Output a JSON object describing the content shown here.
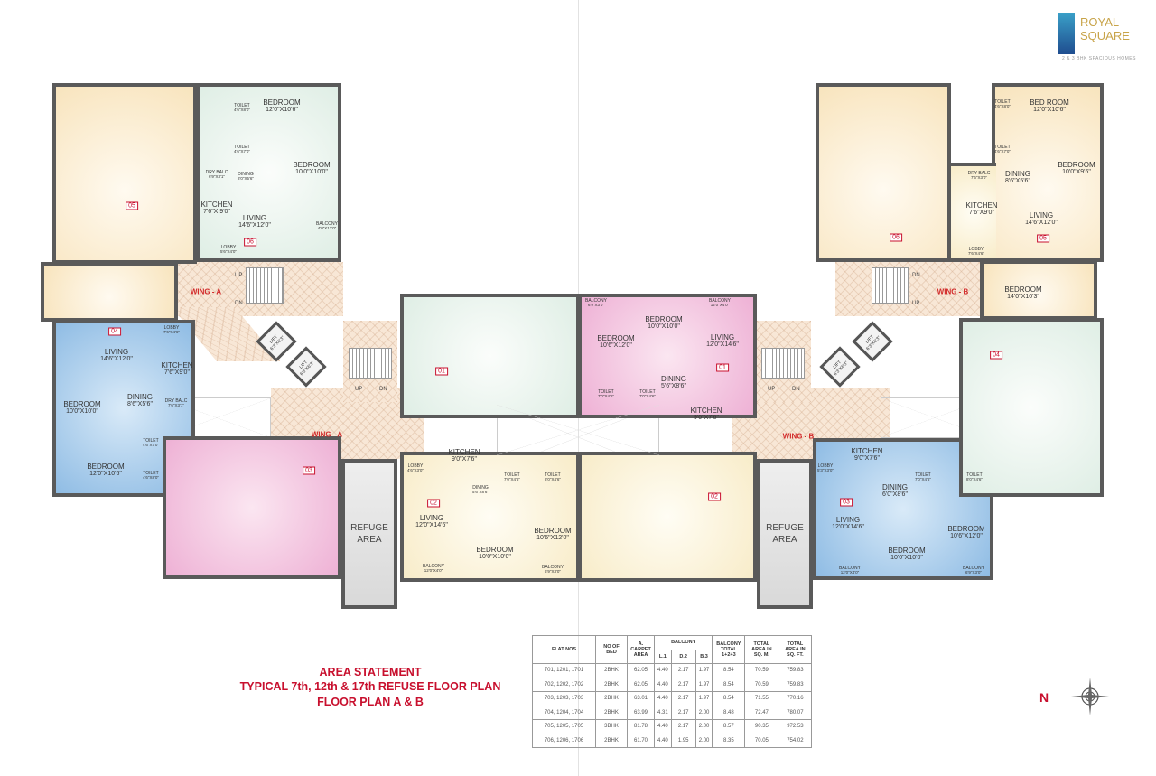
{
  "logo": {
    "name": "ROYAL\nSQUARE",
    "tagline": "2 & 3 BHK SPACIOUS HOMES",
    "colors": {
      "mark": "#1f6fb0",
      "text": "#c8a44a"
    }
  },
  "title": {
    "line1": "AREA STATEMENT",
    "line2": "TYPICAL  7th, 12th & 17th REFUSE FLOOR PLAN",
    "line3": "FLOOR PLAN A & B",
    "color": "#c8102e"
  },
  "compass": {
    "label": "N"
  },
  "flat_numbers": [
    "05",
    "06",
    "04",
    "03",
    "01",
    "01",
    "02",
    "02",
    "06",
    "05",
    "04",
    "03"
  ],
  "wings": [
    "WING - A",
    "WING - A",
    "WING - B",
    "WING - B"
  ],
  "lift": "LIFT\n6'3\"X6'3\"",
  "refuge": "REFUGE\nAREA",
  "stairs": {
    "up": "UP",
    "dn": "DN"
  },
  "rooms": [
    {
      "n": "BEDROOM",
      "s": "12'0\"X10'6\""
    },
    {
      "n": "TOILET",
      "s": "4'6\"X8'0\""
    },
    {
      "n": "TOILET",
      "s": "4'6\"X7'0\""
    },
    {
      "n": "BEDROOM",
      "s": "10'0\"X10'0\""
    },
    {
      "n": "DRY BALC",
      "s": "6'9\"X3'1\""
    },
    {
      "n": "DINING",
      "s": "8'0\"X5'6\""
    },
    {
      "n": "KITCHEN",
      "s": "7'6\"X 9'0\""
    },
    {
      "n": "LIVING",
      "s": "14'6\"X12'0\""
    },
    {
      "n": "BALCONY",
      "s": "4'0\"X12'0\""
    },
    {
      "n": "LOBBY",
      "s": "5'6\"X4'0\""
    },
    {
      "n": "LIVING",
      "s": "14'6\"X12'0\""
    },
    {
      "n": "LOBBY",
      "s": "7'6\"X4'6\""
    },
    {
      "n": "KITCHEN",
      "s": "7'6\"X9'0\""
    },
    {
      "n": "DINING",
      "s": "8'6\"X5'6\""
    },
    {
      "n": "DRY BALC",
      "s": "7'6\"X3'1\""
    },
    {
      "n": "BEDROOM",
      "s": "10'0\"X10'0\""
    },
    {
      "n": "BEDROOM",
      "s": "12'0\"X10'6\""
    },
    {
      "n": "TOILET",
      "s": "4'6\"X7'0\""
    },
    {
      "n": "TOILET",
      "s": "4'6\"X8'0\""
    },
    {
      "n": "BEDROOM",
      "s": "10'6\"X12'0\""
    },
    {
      "n": "BEDROOM",
      "s": "10'0\"X10'0\""
    },
    {
      "n": "LIVING",
      "s": "12'0\"X14'6\""
    },
    {
      "n": "DINING",
      "s": "5'6\"X8'6\""
    },
    {
      "n": "KITCHEN",
      "s": "9'0\"X7'6\""
    },
    {
      "n": "BALCONY",
      "s": "6'9\"X3'0\""
    },
    {
      "n": "BALCONY",
      "s": "12'0\"X4'0\""
    },
    {
      "n": "TOILET",
      "s": "7'0\"X4'6\""
    },
    {
      "n": "TOILET",
      "s": "7'0\"X4'6\""
    },
    {
      "n": "KITCHEN",
      "s": "9'0\"X7'6\""
    },
    {
      "n": "DINING",
      "s": "5'6\"X8'6\""
    },
    {
      "n": "LIVING",
      "s": "12'0\"X14'6\""
    },
    {
      "n": "BEDROOM",
      "s": "10'0\"X10'0\""
    },
    {
      "n": "BEDROOM",
      "s": "10'6\"X12'0\""
    },
    {
      "n": "BALCONY",
      "s": "12'0\"X4'0\""
    },
    {
      "n": "BALCONY",
      "s": "6'9\"X3'0\""
    },
    {
      "n": "TOILET",
      "s": "7'0\"X4'6\""
    },
    {
      "n": "TOILET",
      "s": "8'0\"X4'6\""
    },
    {
      "n": "LOBBY",
      "s": "4'6\"X3'0\""
    },
    {
      "n": "BED ROOM",
      "s": "12'0\"X10'6\""
    },
    {
      "n": "BEDROOM",
      "s": "10'0\"X9'6\""
    },
    {
      "n": "DINING",
      "s": "8'6\"X5'6\""
    },
    {
      "n": "DRY BALC",
      "s": "7'6\"X3'0\""
    },
    {
      "n": "KITCHEN",
      "s": "7'6\"X9'0\""
    },
    {
      "n": "LIVING",
      "s": "14'6\"X12'0\""
    },
    {
      "n": "BEDROOM",
      "s": "14'0\"X10'3\""
    },
    {
      "n": "LOBBY",
      "s": "7'6\"X4'6\""
    },
    {
      "n": "TOILET",
      "s": "4'6\"X8'0\""
    },
    {
      "n": "TOILET",
      "s": "4'6\"X7'0\""
    },
    {
      "n": "KITCHEN",
      "s": "9'0\"X7'6\""
    },
    {
      "n": "DINING",
      "s": "6'0\"X8'6\""
    },
    {
      "n": "LIVING",
      "s": "12'0\"X14'6\""
    },
    {
      "n": "BEDROOM",
      "s": "10'0\"X10'0\""
    },
    {
      "n": "BEDROOM",
      "s": "10'6\"X12'0\""
    },
    {
      "n": "TOILET",
      "s": "7'0\"X4'6\""
    },
    {
      "n": "TOILET",
      "s": "8'0\"X4'6\""
    },
    {
      "n": "BALCONY",
      "s": "12'0\"X4'0\""
    },
    {
      "n": "BALCONY",
      "s": "6'9\"X3'0\""
    },
    {
      "n": "LOBBY",
      "s": "5'3\"X3'0\""
    }
  ],
  "area_table": {
    "headers": {
      "flat": "FLAT NOS",
      "bed": "NO OF BED",
      "carpet": "A. CARPET AREA",
      "balcony": "BALCONY",
      "l1": "L.1",
      "d2": "D.2",
      "b3": "B.3",
      "btotal": "BALCONY TOTAL 1+2+3",
      "sqm": "TOTAL AREA IN SQ. M.",
      "sqft": "TOTAL AREA IN SQ. FT."
    },
    "rows": [
      [
        "701, 1201, 1701",
        "2BHK",
        "62.05",
        "4.40",
        "2.17",
        "1.97",
        "8.54",
        "70.59",
        "759.83"
      ],
      [
        "702, 1202, 1702",
        "2BHK",
        "62.05",
        "4.40",
        "2.17",
        "1.97",
        "8.54",
        "70.59",
        "759.83"
      ],
      [
        "703, 1203, 1703",
        "2BHK",
        "63.01",
        "4.40",
        "2.17",
        "1.97",
        "8.54",
        "71.55",
        "770.16"
      ],
      [
        "704, 1204, 1704",
        "2BHK",
        "63.99",
        "4.31",
        "2.17",
        "2.00",
        "8.48",
        "72.47",
        "780.07"
      ],
      [
        "705, 1205, 1705",
        "3BHK",
        "81.78",
        "4.40",
        "2.17",
        "2.00",
        "8.57",
        "90.35",
        "972.53"
      ],
      [
        "706, 1206, 1706",
        "2BHK",
        "61.70",
        "4.40",
        "1.95",
        "2.00",
        "8.35",
        "70.05",
        "754.02"
      ]
    ]
  }
}
